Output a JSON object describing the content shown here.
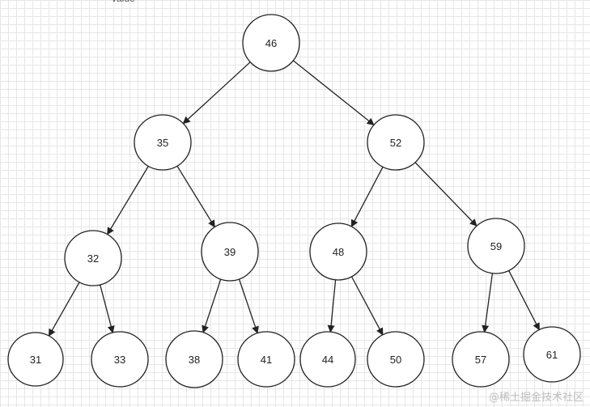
{
  "diagram": {
    "top_label": "value",
    "watermark": "@稀土掘金技术社区",
    "colors": {
      "stroke": "#222222",
      "fill": "#ffffff",
      "grid": "#e6e6e6"
    },
    "nodes": [
      {
        "id": "n46",
        "label": "46"
      },
      {
        "id": "n35",
        "label": "35"
      },
      {
        "id": "n52",
        "label": "52"
      },
      {
        "id": "n32",
        "label": "32"
      },
      {
        "id": "n39",
        "label": "39"
      },
      {
        "id": "n48",
        "label": "48"
      },
      {
        "id": "n59",
        "label": "59"
      },
      {
        "id": "n31",
        "label": "31"
      },
      {
        "id": "n33",
        "label": "33"
      },
      {
        "id": "n38",
        "label": "38"
      },
      {
        "id": "n41",
        "label": "41"
      },
      {
        "id": "n44",
        "label": "44"
      },
      {
        "id": "n50",
        "label": "50"
      },
      {
        "id": "n57",
        "label": "57"
      },
      {
        "id": "n61",
        "label": "61"
      }
    ],
    "edges": [
      {
        "from": "n46",
        "to": "n35"
      },
      {
        "from": "n46",
        "to": "n52"
      },
      {
        "from": "n35",
        "to": "n32"
      },
      {
        "from": "n35",
        "to": "n39"
      },
      {
        "from": "n52",
        "to": "n48"
      },
      {
        "from": "n52",
        "to": "n59"
      },
      {
        "from": "n32",
        "to": "n31"
      },
      {
        "from": "n32",
        "to": "n33"
      },
      {
        "from": "n39",
        "to": "n38"
      },
      {
        "from": "n39",
        "to": "n41"
      },
      {
        "from": "n48",
        "to": "n44"
      },
      {
        "from": "n48",
        "to": "n50"
      },
      {
        "from": "n59",
        "to": "n57"
      },
      {
        "from": "n59",
        "to": "n61"
      }
    ]
  }
}
